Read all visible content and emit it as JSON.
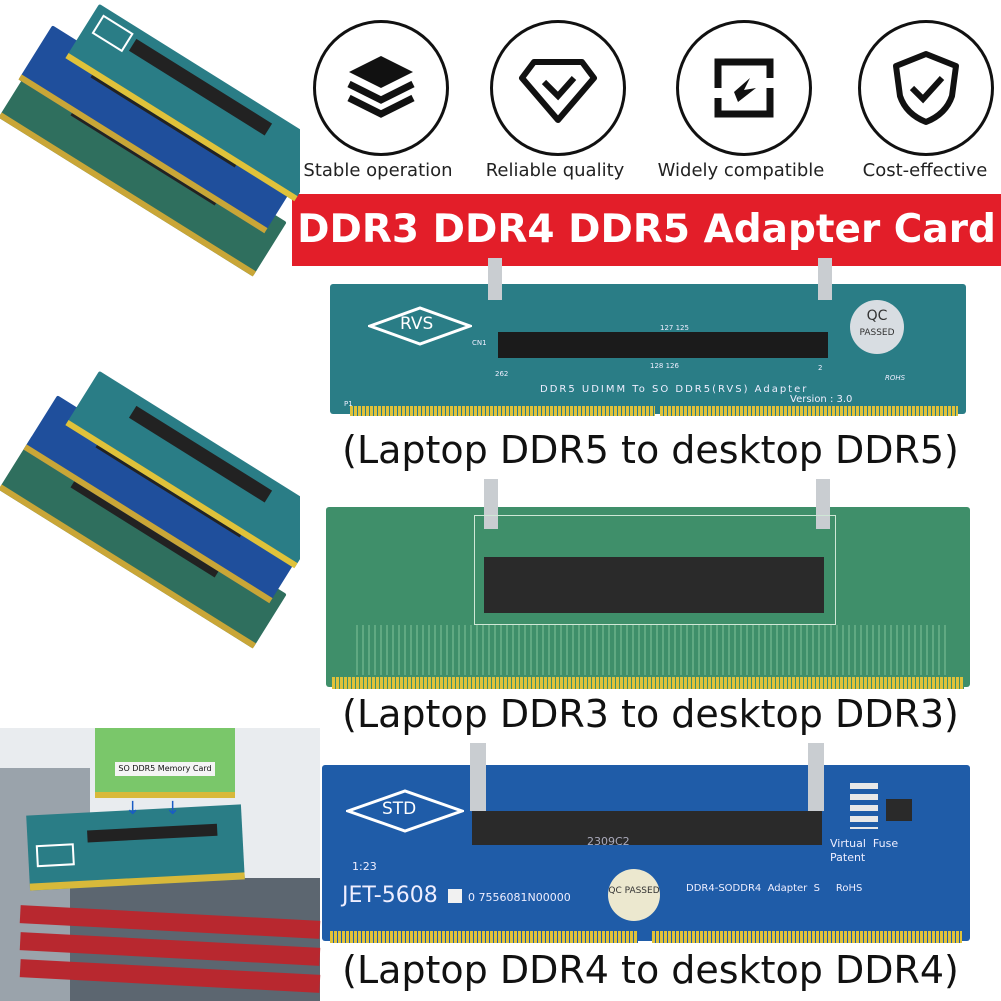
{
  "features": [
    {
      "icon": "layers-icon",
      "label": "Stable operation"
    },
    {
      "icon": "diamond-check-icon",
      "label": "Reliable quality"
    },
    {
      "icon": "sync-arrows-icon",
      "label": "Widely compatible"
    },
    {
      "icon": "shield-check-icon",
      "label": "Cost-effective"
    }
  ],
  "banner": {
    "title": "DDR3 DDR4 DDR5 Adapter Card"
  },
  "cards": {
    "ddr5": {
      "caption": "(Laptop DDR5 to desktop DDR5)",
      "logo": "RVS",
      "qc_top": "QC",
      "qc_bottom": "PASSED",
      "model": "DDR5 UDIMM To SO DDR5(RVS) Adapter",
      "version": "Version : 3.0",
      "rohs": "ROHS",
      "pin_a": "127 125",
      "pin_b": "128 126",
      "pin_c": "262",
      "pin_d": "2",
      "cn": "CN1",
      "p1": "P1",
      "color": "#2a7d86"
    },
    "ddr3": {
      "caption": "(Laptop DDR3 to desktop DDR3)",
      "color": "#3f8f6a"
    },
    "ddr4": {
      "caption": "(Laptop DDR4 to desktop DDR4)",
      "logo": "STD",
      "model_id": "JET-5608",
      "serial": "0 7556081N00000",
      "adapter": "DDR4-SODDR4  Adapter  S     RoHS",
      "fuse": "Virtual  Fuse\nPatent",
      "qc": "QC PASSED",
      "chip": "2309C2",
      "num": "1:23",
      "color": "#1f5ca8"
    }
  },
  "inset": {
    "memory_label": "SO DDR5 Memory Card"
  }
}
